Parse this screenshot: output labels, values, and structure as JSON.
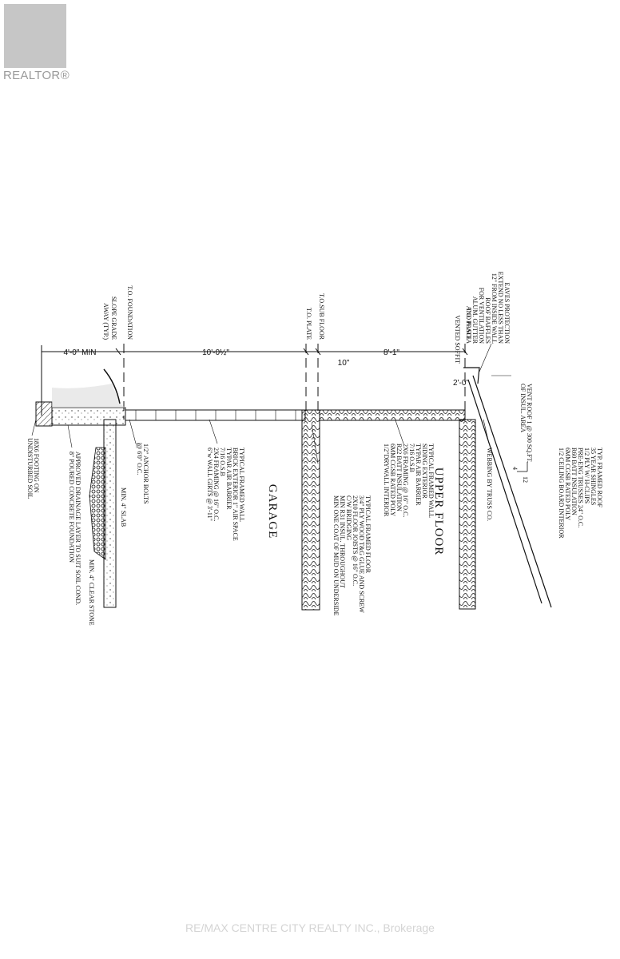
{
  "logo": {
    "word": "REALTOR",
    "mark": "®"
  },
  "watermark": "RE/MAX CENTRE CITY REALTY INC., Brokerage",
  "levels": {
    "to_foundation": "T.O. FOUNDATION",
    "to_plate_lower": "T.O. PLATE",
    "to_sub_floor": "T.O.SUB FLOOR",
    "to_plate_upper": "T.O. PLATE"
  },
  "dimensions": {
    "min_4ft": "4'-0\" MIN",
    "ten_half": "10'-0½\"",
    "eight_one": "8'-1\"",
    "ten_in": "10\"",
    "two_ft": "2'-0\""
  },
  "rooms": {
    "garage": "GARAGE",
    "upper_floor": "UPPER FLOOR"
  },
  "slope_grade": [
    "SLOPE GRADE",
    "AWAY (TYP.)"
  ],
  "eaves": [
    "EAVES PROTECTION",
    "EXTEND NO LESS THAN",
    "12\" FROM INSIDE WALL",
    "ROOF BAFFLES",
    "FOR VENTILATION",
    "ALUM. GUTTER",
    "AND FASCIA"
  ],
  "vented_soffit": "VENTED SOFFIT",
  "vent_roof": [
    "VENT ROOF 1 @ 300 SQ.FT.",
    "OF INSUL. AREA"
  ],
  "roof_spec": [
    "TYP. FRAMED ROOF",
    "35 YEAR SHINGLES",
    "1/2 PLY W/ H-CLIPS",
    "PRE-ENG TRUSSES 24\" O.C.",
    "R60 BATT INSULATION",
    "6MM CGSB RATED POLY",
    "1/2 CEILING BOARD INTERIOR"
  ],
  "slope_ratio": {
    "rise": "4",
    "run": "12"
  },
  "webbing": "WEBBING BY TRUSS CO.",
  "upper_wall": [
    "TYPICAL FRAMED WALL",
    "SIDING EXTERIOR",
    "TYPAR AIR BARRIER",
    "7/16 O.S.B",
    "2X6 FRAMING @ 16\" O.C.",
    "R22 BATT INSULATION",
    "6MM CGSB RATED POLY",
    "1/2\"DRYWALL INTERIOR"
  ],
  "floor": [
    "TYPICAL FRAMED FLOOR",
    "3/4\" PLY WOOD T&G GLUE AND SCREW",
    "2X10 FLOOR JOISTS @ 16\" O.C.",
    "C/W BRIDGING",
    "MIN R31 INSUL. THROUGHOUT",
    "MIN ONE COAT OF MUD ON UNDERSIDE"
  ],
  "lower_wall": [
    "TYPICAL FRAMED WALL",
    "BRICK EXTERIOR 1\" AIR SPACE",
    "TYPAR AIR BARRIER",
    "7/16 O.S.B",
    "2X4 FRAMING @ 16\" O.C.",
    "6\"w WALL GIRTS @ 3'-11\""
  ],
  "anchor": [
    "1/2\" ANCHOR BOLTS",
    "@ 6'0\" O.C."
  ],
  "slab": "MIN. 4\" SLAB",
  "clear_stone": "MIN. 4\" CLEAR STONE",
  "drainage": [
    "APPROVED DRAINAGE LAYER TO SUIT SOIL COND.",
    "8\" POURED CONCRETE FOUNDATION"
  ],
  "footing": [
    "18X6 FOOTING ON",
    "UNDISTURBED SOIL"
  ]
}
